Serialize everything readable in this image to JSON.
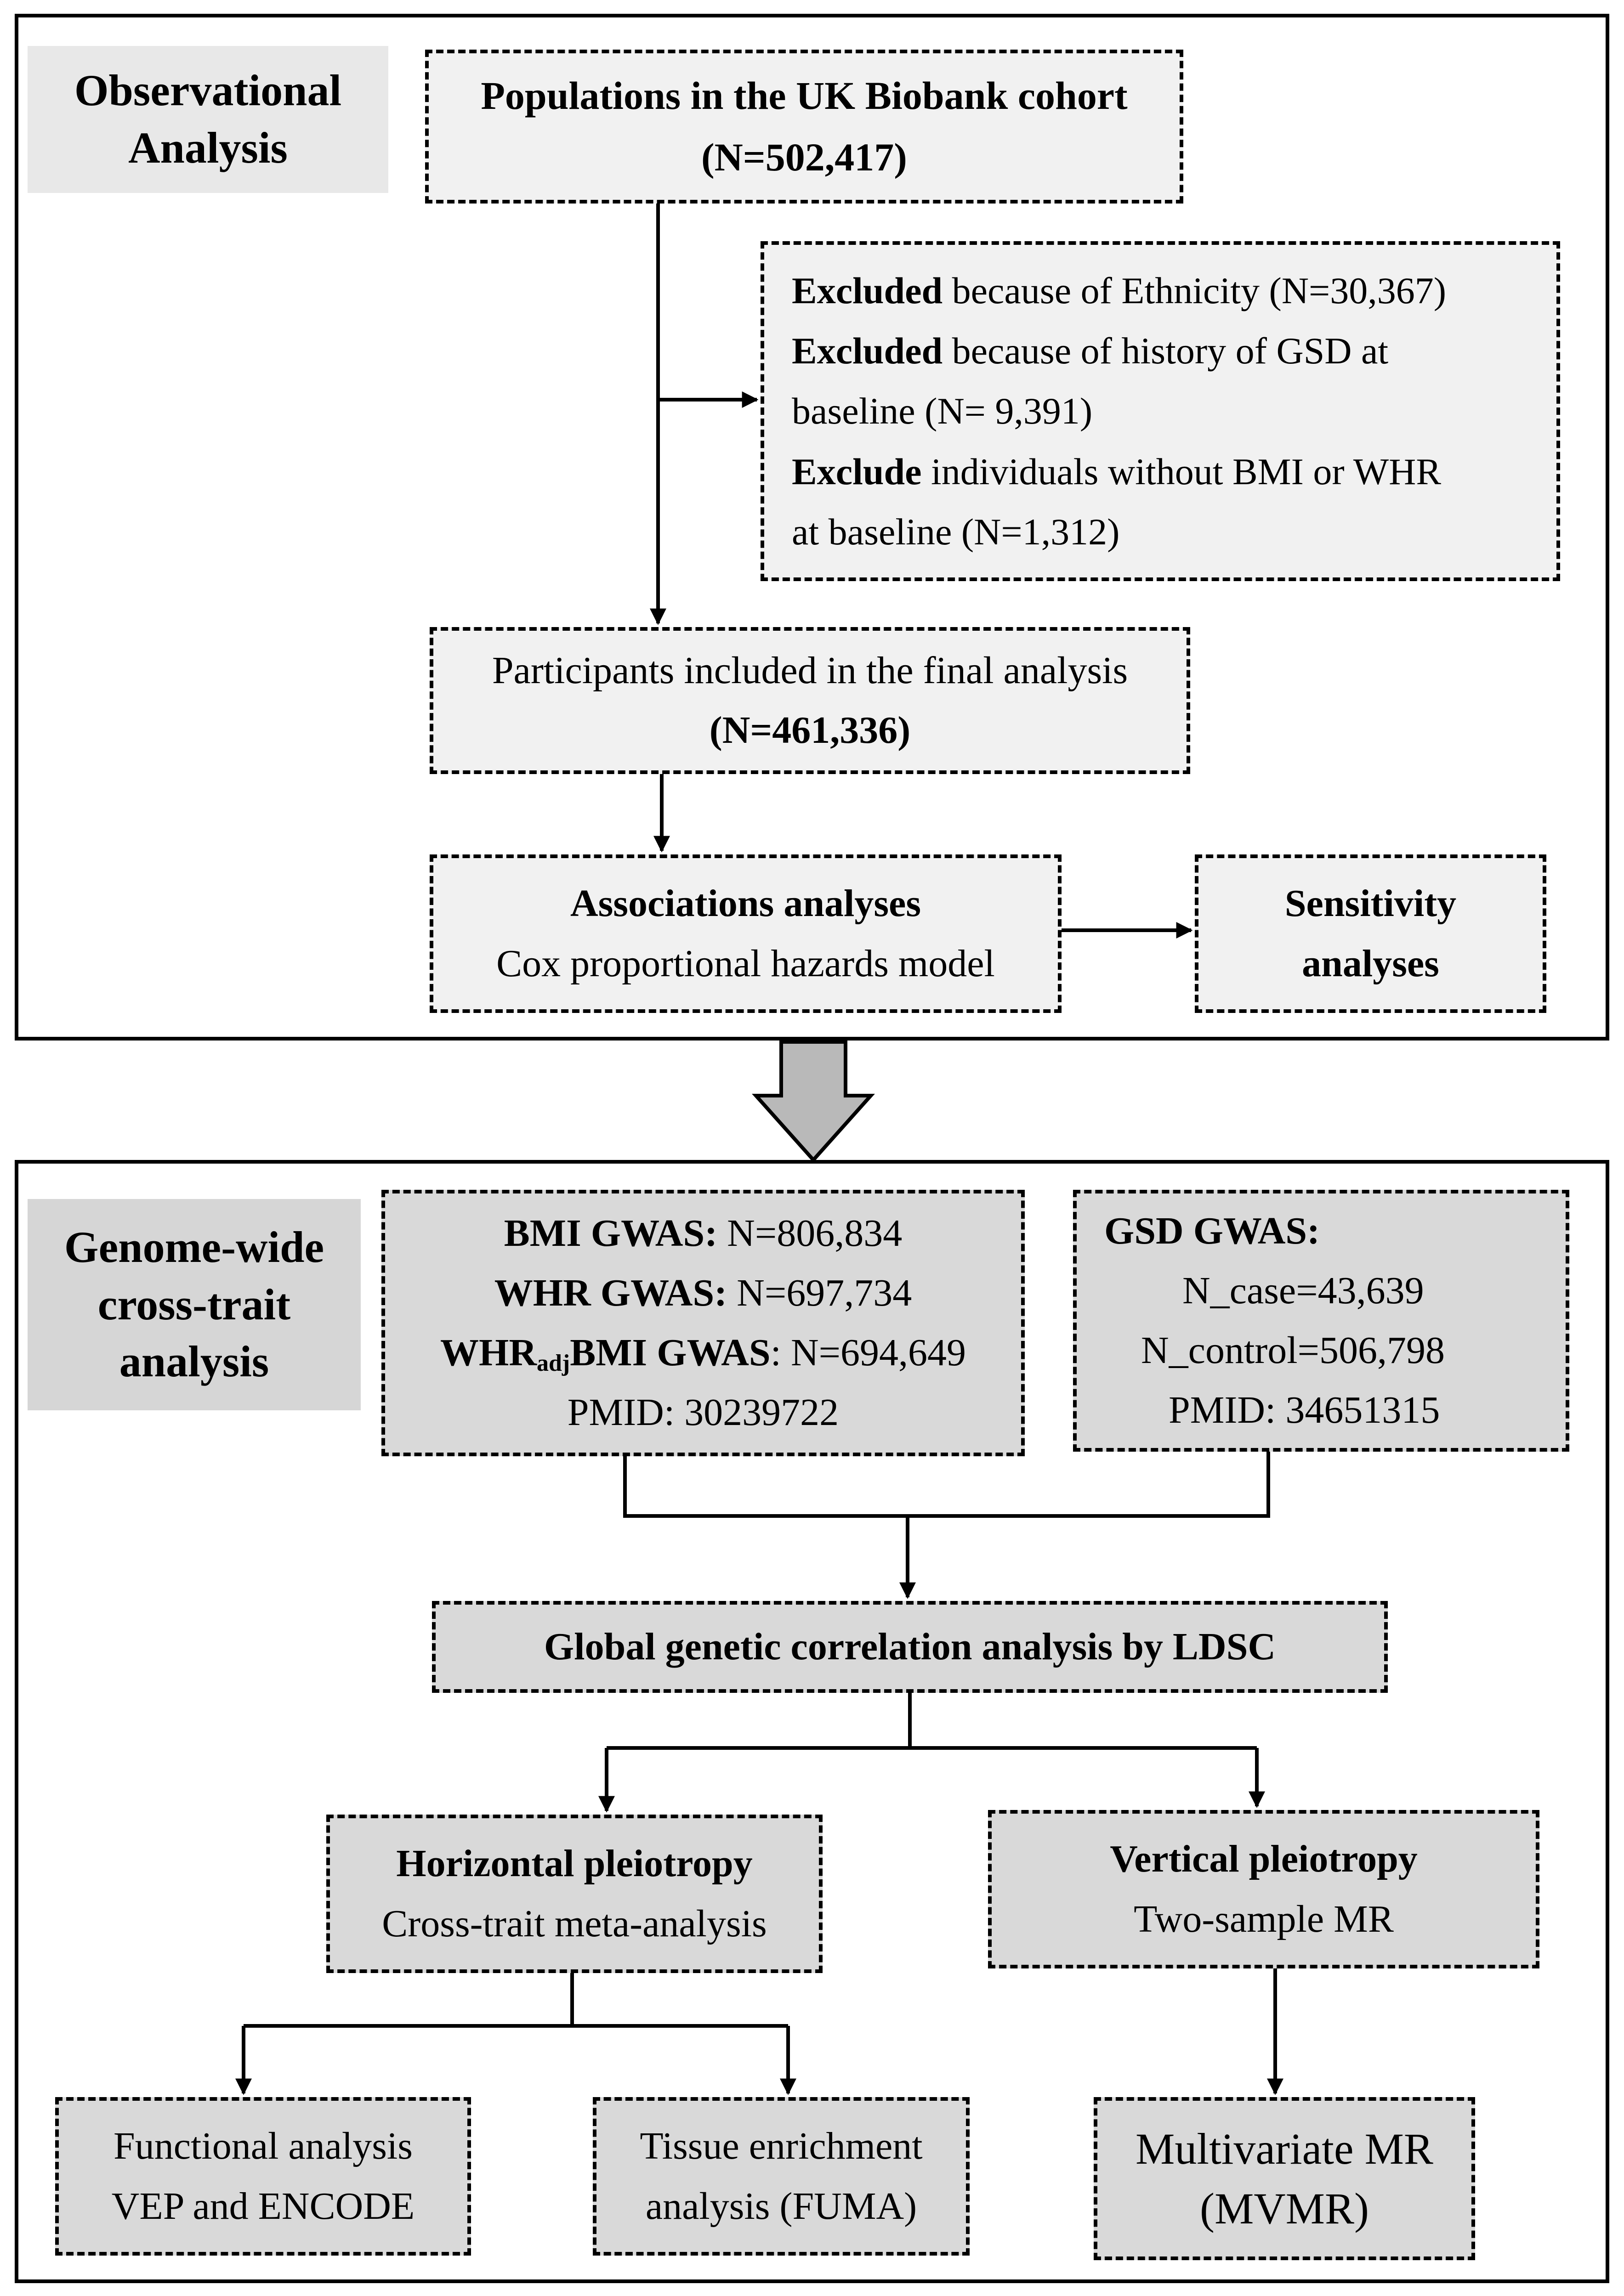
{
  "observational": {
    "section_label": [
      "Observational",
      "Analysis"
    ],
    "population": {
      "title": "Populations in the UK Biobank cohort",
      "n": "(N=502,417)"
    },
    "exclusions": [
      {
        "bold": "Excluded",
        "text": " because of Ethnicity (N=30,367)"
      },
      {
        "bold": "Excluded",
        "text": " because of history of GSD at"
      },
      {
        "bold": "",
        "text": "baseline (N= 9,391)"
      },
      {
        "bold": "Exclude",
        "text": " individuals without BMI or WHR"
      },
      {
        "bold": "",
        "text": "at baseline (N=1,312)"
      }
    ],
    "final": {
      "title": "Participants included in the final analysis",
      "n": "(N=461,336)"
    },
    "associations": {
      "title": "Associations analyses",
      "subtitle": "Cox proportional hazards model"
    },
    "sensitivity": {
      "line1": "Sensitivity",
      "line2": "analyses"
    }
  },
  "genome": {
    "section_label": [
      "Genome-wide",
      "cross-trait",
      "analysis"
    ],
    "bmi_gwas": {
      "bmi_label": "BMI GWAS:",
      "bmi_n": " N=806,834",
      "whr_label": "WHR GWAS:",
      "whr_n": " N=697,734",
      "whradj_prefix": "WHR",
      "whradj_sub": "adj",
      "whradj_suffix": "BMI GWAS",
      "whradj_n": ": N=694,649",
      "pmid": "PMID: 30239722"
    },
    "gsd_gwas": {
      "label": "GSD GWAS:",
      "n_case": "N_case=43,639",
      "n_control": "N_control=506,798",
      "pmid": "PMID: 34651315"
    },
    "ldsc": "Global genetic correlation analysis by LDSC",
    "horizontal": {
      "title": "Horizontal pleiotropy",
      "subtitle": "Cross-trait meta-analysis"
    },
    "vertical": {
      "title": "Vertical pleiotropy",
      "subtitle": "Two-sample MR"
    },
    "functional": {
      "line1": "Functional analysis",
      "line2": "VEP and ENCODE"
    },
    "tissue": {
      "line1": "Tissue enrichment",
      "line2": "analysis (FUMA)"
    },
    "mvmr": {
      "line1": "Multivariate MR",
      "line2": "(MVMR)"
    }
  }
}
